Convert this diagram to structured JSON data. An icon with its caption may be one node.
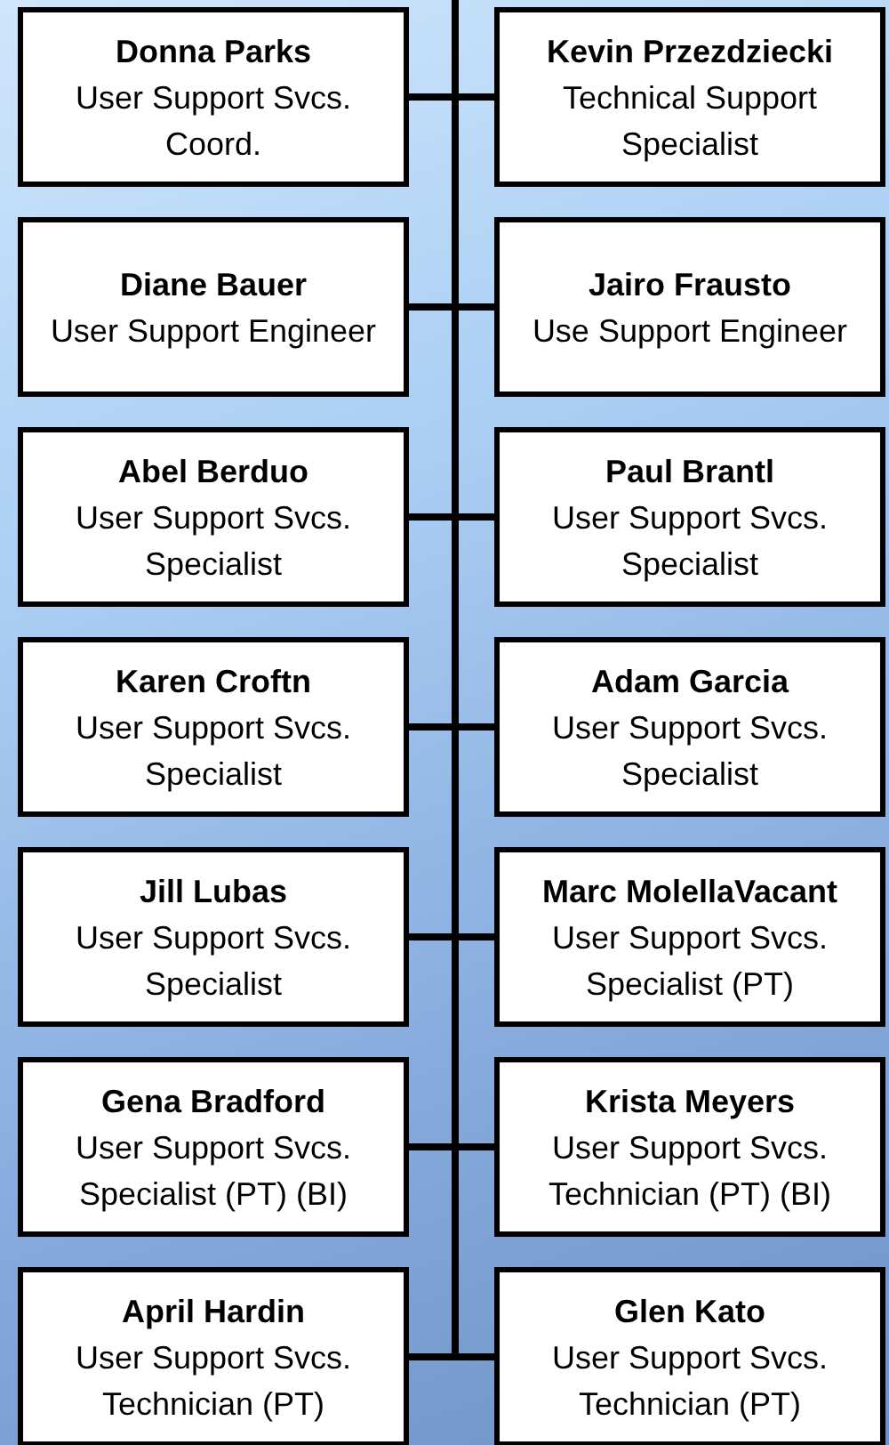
{
  "diagram": {
    "nodes": [
      {
        "text": [
          "Donna Parks",
          "User Support Svcs. Coord."
        ]
      },
      {
        "text": [
          "Kevin Przezdziecki",
          "Technical Support Specialist"
        ]
      },
      {
        "text": [
          "Diane Bauer",
          "User Support Engineer"
        ]
      },
      {
        "text": [
          "Jairo Frausto",
          "Use Support Engineer"
        ]
      },
      {
        "text": [
          "Abel Berduo",
          "User Support Svcs. Specialist"
        ]
      },
      {
        "text": [
          "Paul Brantl",
          "User Support Svcs. Specialist"
        ]
      },
      {
        "text": [
          "Karen Croftn",
          "User Support Svcs. Specialist"
        ]
      },
      {
        "text": [
          "Adam Garcia",
          "User Support Svcs. Specialist"
        ]
      },
      {
        "text": [
          "Jill Lubas",
          "User Support Svcs. Specialist"
        ]
      },
      {
        "text": [
          "Marc MolellaVacant",
          "User Support Svcs. Specialist (PT)"
        ]
      },
      {
        "text": [
          "Gena Bradford",
          "User Support Svcs. Specialist (PT) (BI)"
        ]
      },
      {
        "text": [
          "Krista Meyers",
          "User Support Svcs. Technician (PT) (BI)"
        ]
      },
      {
        "text": [
          "April Hardin",
          "User Support Svcs. Technician (PT)"
        ]
      },
      {
        "text": [
          "Glen Kato",
          "User Support Svcs. Technician (PT)"
        ]
      }
    ],
    "edges": [
      {
        "from": null,
        "to": 0,
        "arrow": "none"
      },
      {
        "from": null,
        "to": 1,
        "arrow": "none"
      },
      {
        "from": null,
        "to": 2,
        "arrow": "none"
      },
      {
        "from": null,
        "to": 3,
        "arrow": "none"
      },
      {
        "from": null,
        "to": 4,
        "arrow": "none"
      },
      {
        "from": null,
        "to": 5,
        "arrow": "none"
      },
      {
        "from": null,
        "to": 6,
        "arrow": "none"
      },
      {
        "from": null,
        "to": 7,
        "arrow": "none"
      },
      {
        "from": null,
        "to": 8,
        "arrow": "none"
      },
      {
        "from": null,
        "to": 9,
        "arrow": "none"
      },
      {
        "from": null,
        "to": 10,
        "arrow": "none"
      },
      {
        "from": null,
        "to": 11,
        "arrow": "none"
      },
      {
        "from": null,
        "to": 12,
        "arrow": "none"
      },
      {
        "from": null,
        "to": 13,
        "arrow": "none"
      }
    ]
  }
}
